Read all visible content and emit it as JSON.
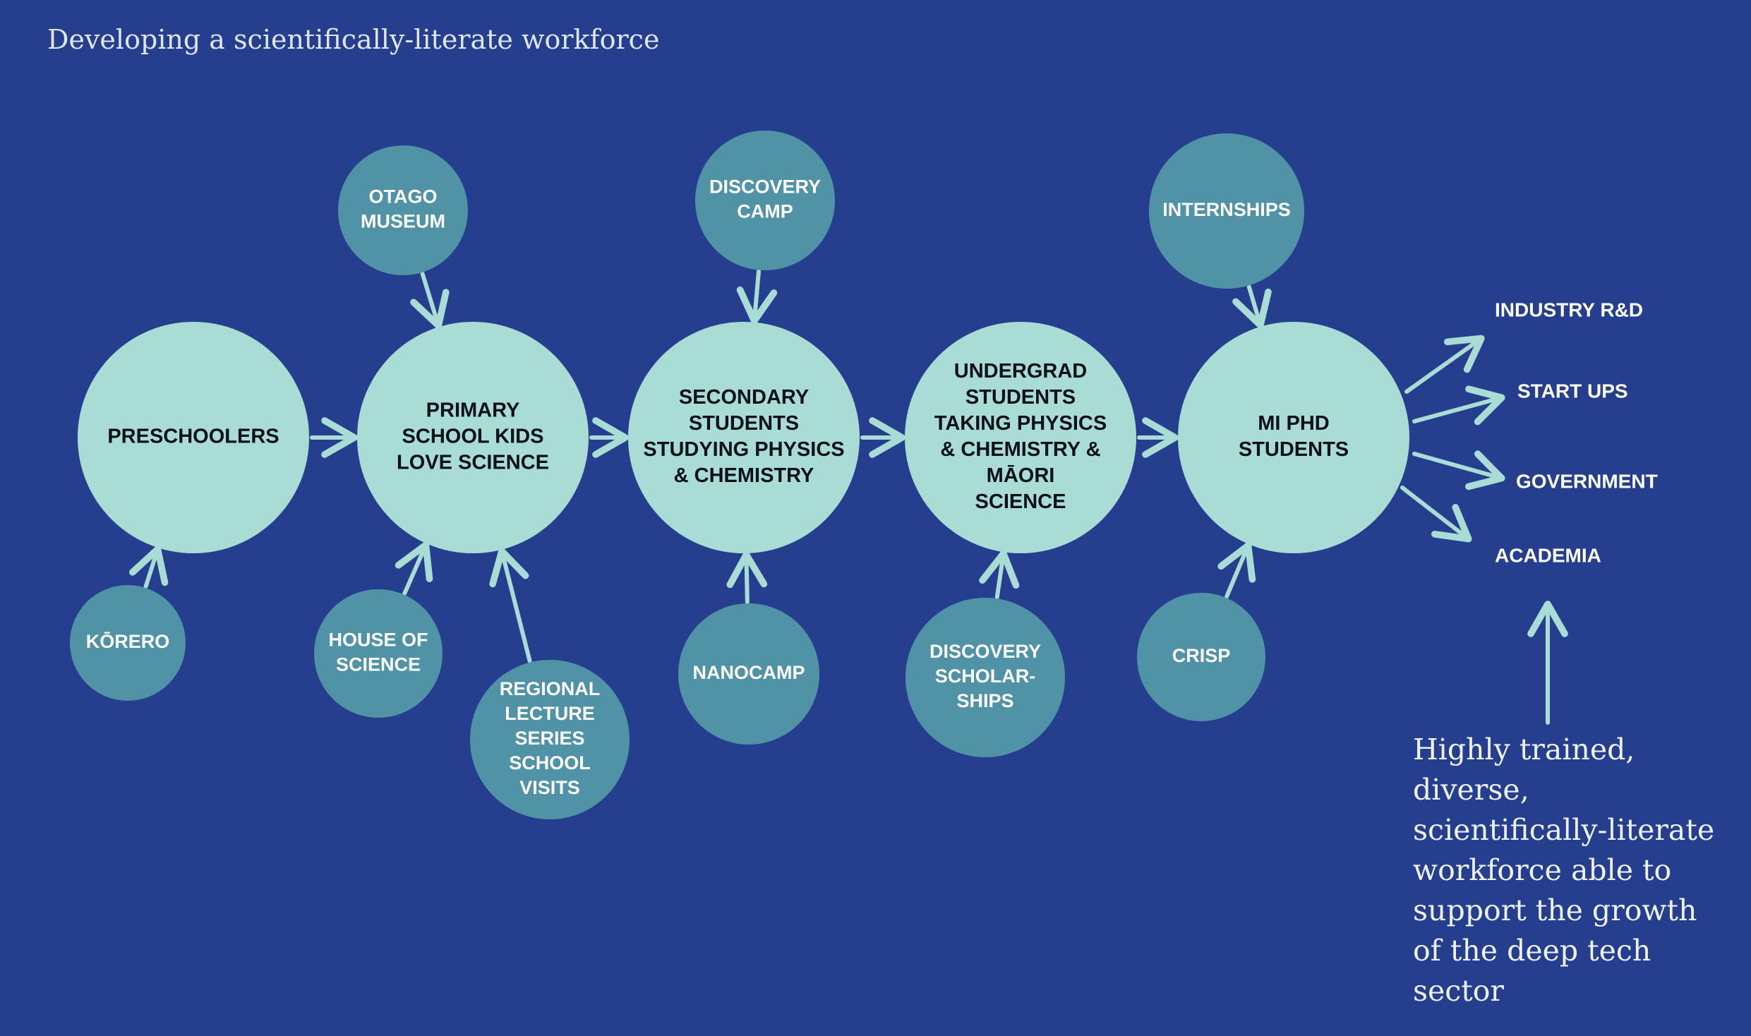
{
  "title": "Developing a scientifically-literate workforce",
  "colors": {
    "background": "#253f8e",
    "main_node": "#a8dcd4",
    "feeder_node": "#5193a6",
    "arrow": "#a8dcd4"
  },
  "main_nodes": [
    {
      "id": "preschoolers",
      "lines": [
        "PRESCHOOLERS"
      ]
    },
    {
      "id": "primary",
      "lines": [
        "PRIMARY",
        "SCHOOL KIDS",
        "LOVE SCIENCE"
      ]
    },
    {
      "id": "secondary",
      "lines": [
        "SECONDARY",
        "STUDENTS",
        "STUDYING PHYSICS",
        "& CHEMISTRY"
      ]
    },
    {
      "id": "undergrad",
      "lines": [
        "UNDERGRAD",
        "STUDENTS",
        "TAKING PHYSICS",
        "& CHEMISTRY &",
        "MĀORI",
        "SCIENCE"
      ]
    },
    {
      "id": "mi-phd",
      "lines": [
        "MI PHD",
        "STUDENTS"
      ]
    }
  ],
  "feeder_nodes": [
    {
      "id": "korero",
      "lines": [
        "KŌRERO"
      ],
      "feeds": "preschoolers"
    },
    {
      "id": "otago-museum",
      "lines": [
        "OTAGO",
        "MUSEUM"
      ],
      "feeds": "primary"
    },
    {
      "id": "house-of-science",
      "lines": [
        "HOUSE OF",
        "SCIENCE"
      ],
      "feeds": "primary"
    },
    {
      "id": "regional-lecture",
      "lines": [
        "REGIONAL",
        "LECTURE",
        "SERIES",
        "SCHOOL",
        "VISITS"
      ],
      "feeds": "primary"
    },
    {
      "id": "discovery-camp",
      "lines": [
        "DISCOVERY",
        "CAMP"
      ],
      "feeds": "secondary"
    },
    {
      "id": "nanocamp",
      "lines": [
        "NANOCAMP"
      ],
      "feeds": "secondary"
    },
    {
      "id": "discovery-scholarships",
      "lines": [
        "DISCOVERY",
        "SCHOLAR-",
        "SHIPS"
      ],
      "feeds": "undergrad"
    },
    {
      "id": "internships",
      "lines": [
        "INTERNSHIPS"
      ],
      "feeds": "mi-phd"
    },
    {
      "id": "crisp",
      "lines": [
        "CRISP"
      ],
      "feeds": "mi-phd"
    }
  ],
  "outcomes": [
    {
      "id": "industry-rd",
      "label": "INDUSTRY R&D"
    },
    {
      "id": "start-ups",
      "label": "START UPS"
    },
    {
      "id": "government",
      "label": "GOVERNMENT"
    },
    {
      "id": "academia",
      "label": "ACADEMIA"
    }
  ],
  "summary_lines": [
    "Highly trained,",
    "diverse,",
    "scientifically-literate",
    "workforce able to",
    "support the growth",
    "of the deep tech",
    "sector"
  ]
}
